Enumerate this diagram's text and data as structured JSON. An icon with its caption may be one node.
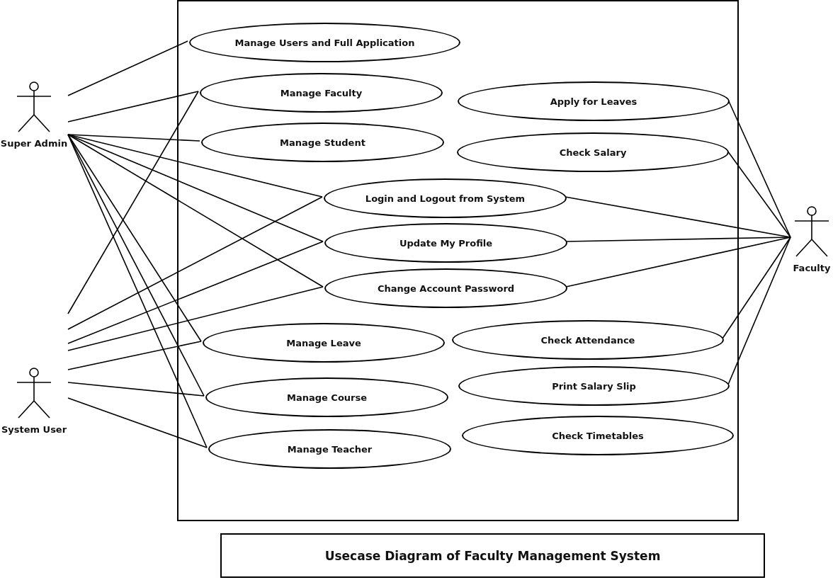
{
  "diagram": {
    "title": "Usecase Diagram of Faculty Management System",
    "nodes": [
      {
        "text": [],
        "shape": "box"
      },
      {
        "text": [
          "Manage Users and Full Application"
        ],
        "in": 0
      },
      {
        "text": [
          "Manage Faculty"
        ],
        "in": 0
      },
      {
        "text": [
          "Manage Student"
        ],
        "in": 0
      },
      {
        "text": [
          "Apply for Leaves"
        ],
        "in": 0
      },
      {
        "text": [
          "Check Salary"
        ],
        "in": 0
      },
      {
        "text": [
          "Login and Logout from System"
        ],
        "in": 0
      },
      {
        "text": [
          "Update My Profile"
        ],
        "in": 0
      },
      {
        "text": [
          "Change Account Password"
        ],
        "in": 0
      },
      {
        "text": [
          "Manage Leave"
        ],
        "in": 0
      },
      {
        "text": [
          "Check Attendance"
        ],
        "in": 0
      },
      {
        "text": [
          "Manage Course"
        ],
        "in": 0
      },
      {
        "text": [
          "Print Salary Slip"
        ],
        "in": 0
      },
      {
        "text": [
          "Manage Teacher"
        ],
        "in": 0
      },
      {
        "text": [
          "Check Timetables"
        ],
        "in": 0
      },
      {
        "text": [
          "Super Admin"
        ]
      },
      {
        "text": [
          "System User"
        ]
      },
      {
        "text": [
          "Faculty"
        ]
      }
    ],
    "edges": [
      {
        "from": 15,
        "to": 1,
        "arrow": "none"
      },
      {
        "from": 15,
        "to": 2,
        "arrow": "none"
      },
      {
        "from": 15,
        "to": 3,
        "arrow": "none"
      },
      {
        "from": 15,
        "to": 6,
        "arrow": "none"
      },
      {
        "from": 15,
        "to": 7,
        "arrow": "none"
      },
      {
        "from": 15,
        "to": 8,
        "arrow": "none"
      },
      {
        "from": 15,
        "to": 9,
        "arrow": "none"
      },
      {
        "from": 15,
        "to": 11,
        "arrow": "none"
      },
      {
        "from": 15,
        "to": 13,
        "arrow": "none"
      },
      {
        "from": 16,
        "to": 2,
        "arrow": "none"
      },
      {
        "from": 16,
        "to": 6,
        "arrow": "none"
      },
      {
        "from": 16,
        "to": 7,
        "arrow": "none"
      },
      {
        "from": 16,
        "to": 8,
        "arrow": "none"
      },
      {
        "from": 16,
        "to": 9,
        "arrow": "none"
      },
      {
        "from": 16,
        "to": 11,
        "arrow": "none"
      },
      {
        "from": 16,
        "to": 13,
        "arrow": "none"
      },
      {
        "from": 17,
        "to": 4,
        "arrow": "none"
      },
      {
        "from": 17,
        "to": 5,
        "arrow": "none"
      },
      {
        "from": 17,
        "to": 6,
        "arrow": "none"
      },
      {
        "from": 17,
        "to": 7,
        "arrow": "none"
      },
      {
        "from": 17,
        "to": 8,
        "arrow": "none"
      },
      {
        "from": 17,
        "to": 10,
        "arrow": "none"
      },
      {
        "from": 17,
        "to": 12,
        "arrow": "none"
      }
    ]
  }
}
